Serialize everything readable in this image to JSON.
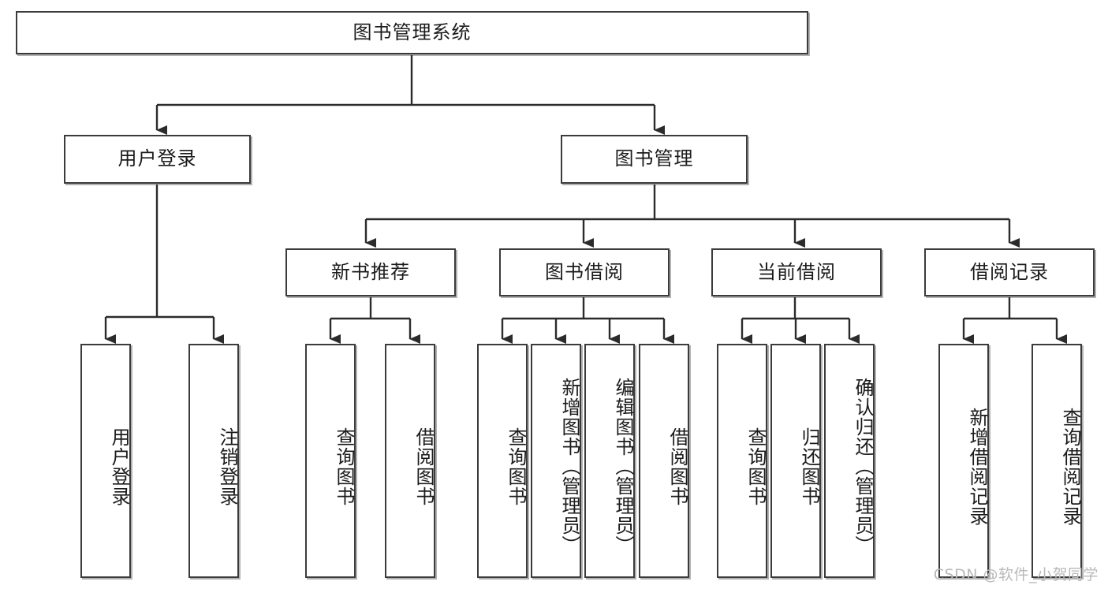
{
  "diagram": {
    "title_node": {
      "id": "root",
      "label": "图书管理系统"
    },
    "level2": [
      {
        "id": "user-login",
        "label": "用户登录"
      },
      {
        "id": "book-manage",
        "label": "图书管理"
      }
    ],
    "level3": [
      {
        "id": "new-book-rec",
        "label": "新书推荐"
      },
      {
        "id": "book-borrow",
        "label": "图书借阅"
      },
      {
        "id": "current-borrow",
        "label": "当前借阅"
      },
      {
        "id": "borrow-record",
        "label": "借阅记录"
      }
    ],
    "leaves": [
      {
        "id": "leaf-user-login",
        "label": "用户登录",
        "parent": "user-login"
      },
      {
        "id": "leaf-logout-login",
        "label": "注销登录",
        "parent": "user-login"
      },
      {
        "id": "leaf-query-book-1",
        "label": "查询图书",
        "parent": "new-book-rec"
      },
      {
        "id": "leaf-borrow-book-1",
        "label": "借阅图书",
        "parent": "new-book-rec"
      },
      {
        "id": "leaf-query-book-2",
        "label": "查询图书",
        "parent": "book-borrow"
      },
      {
        "id": "leaf-add-book",
        "label": "新增图书（管理员）",
        "parent": "book-borrow"
      },
      {
        "id": "leaf-edit-book",
        "label": "编辑图书（管理员）",
        "parent": "book-borrow"
      },
      {
        "id": "leaf-borrow-book-2",
        "label": "借阅图书",
        "parent": "book-borrow"
      },
      {
        "id": "leaf-query-book-3",
        "label": "查询图书",
        "parent": "current-borrow"
      },
      {
        "id": "leaf-return-book",
        "label": "归还图书",
        "parent": "current-borrow"
      },
      {
        "id": "leaf-confirm-return",
        "label": "确认归还（管理员）",
        "parent": "current-borrow"
      },
      {
        "id": "leaf-add-record",
        "label": "新增借阅记录",
        "parent": "borrow-record"
      },
      {
        "id": "leaf-query-record",
        "label": "查询借阅记录",
        "parent": "borrow-record"
      }
    ],
    "watermark": "CSDN @软件_小贺同学",
    "colors": {
      "box_border": "#3b3b3b",
      "box_fill": "#ffffff",
      "edge": "#2b2b2b",
      "text": "#1b1b1b",
      "watermark": "#b9b9b9"
    }
  }
}
